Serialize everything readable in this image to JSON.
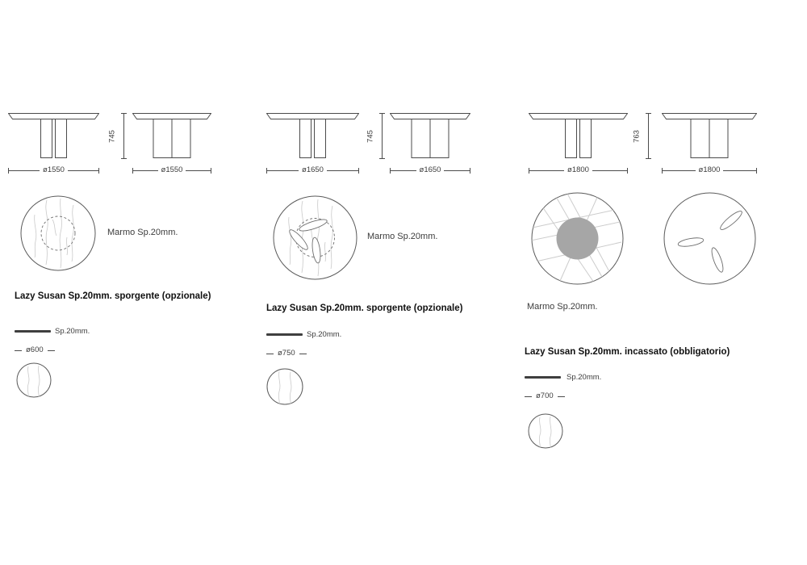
{
  "page": {
    "background": "#ffffff"
  },
  "colors": {
    "line": "#4b4b4b",
    "vein": "#c9c9c9",
    "text": "#3c3c3c",
    "lazy_susan_fill": "#a6a6a6"
  },
  "groups": [
    {
      "height": "745",
      "diameter_front": "ø1550",
      "diameter_side": "ø1550",
      "material_label": "Marmo Sp.20mm.",
      "title": "Lazy Susan Sp.20mm. sporgente (opzionale)",
      "thickness_label": "Sp.20mm.",
      "lazy_susan_diameter": "ø600"
    },
    {
      "height": "745",
      "diameter_front": "ø1650",
      "diameter_side": "ø1650",
      "material_label": "Marmo Sp.20mm.",
      "title": "Lazy Susan Sp.20mm. sporgente (opzionale)",
      "thickness_label": "Sp.20mm.",
      "lazy_susan_diameter": "ø750"
    },
    {
      "height": "763",
      "diameter_front": "ø1800",
      "diameter_side": "ø1800",
      "material_label": "Marmo Sp.20mm.",
      "title": "Lazy Susan Sp.20mm. incassato (obbligatorio)",
      "thickness_label": "Sp.20mm.",
      "lazy_susan_diameter": "ø700"
    }
  ]
}
